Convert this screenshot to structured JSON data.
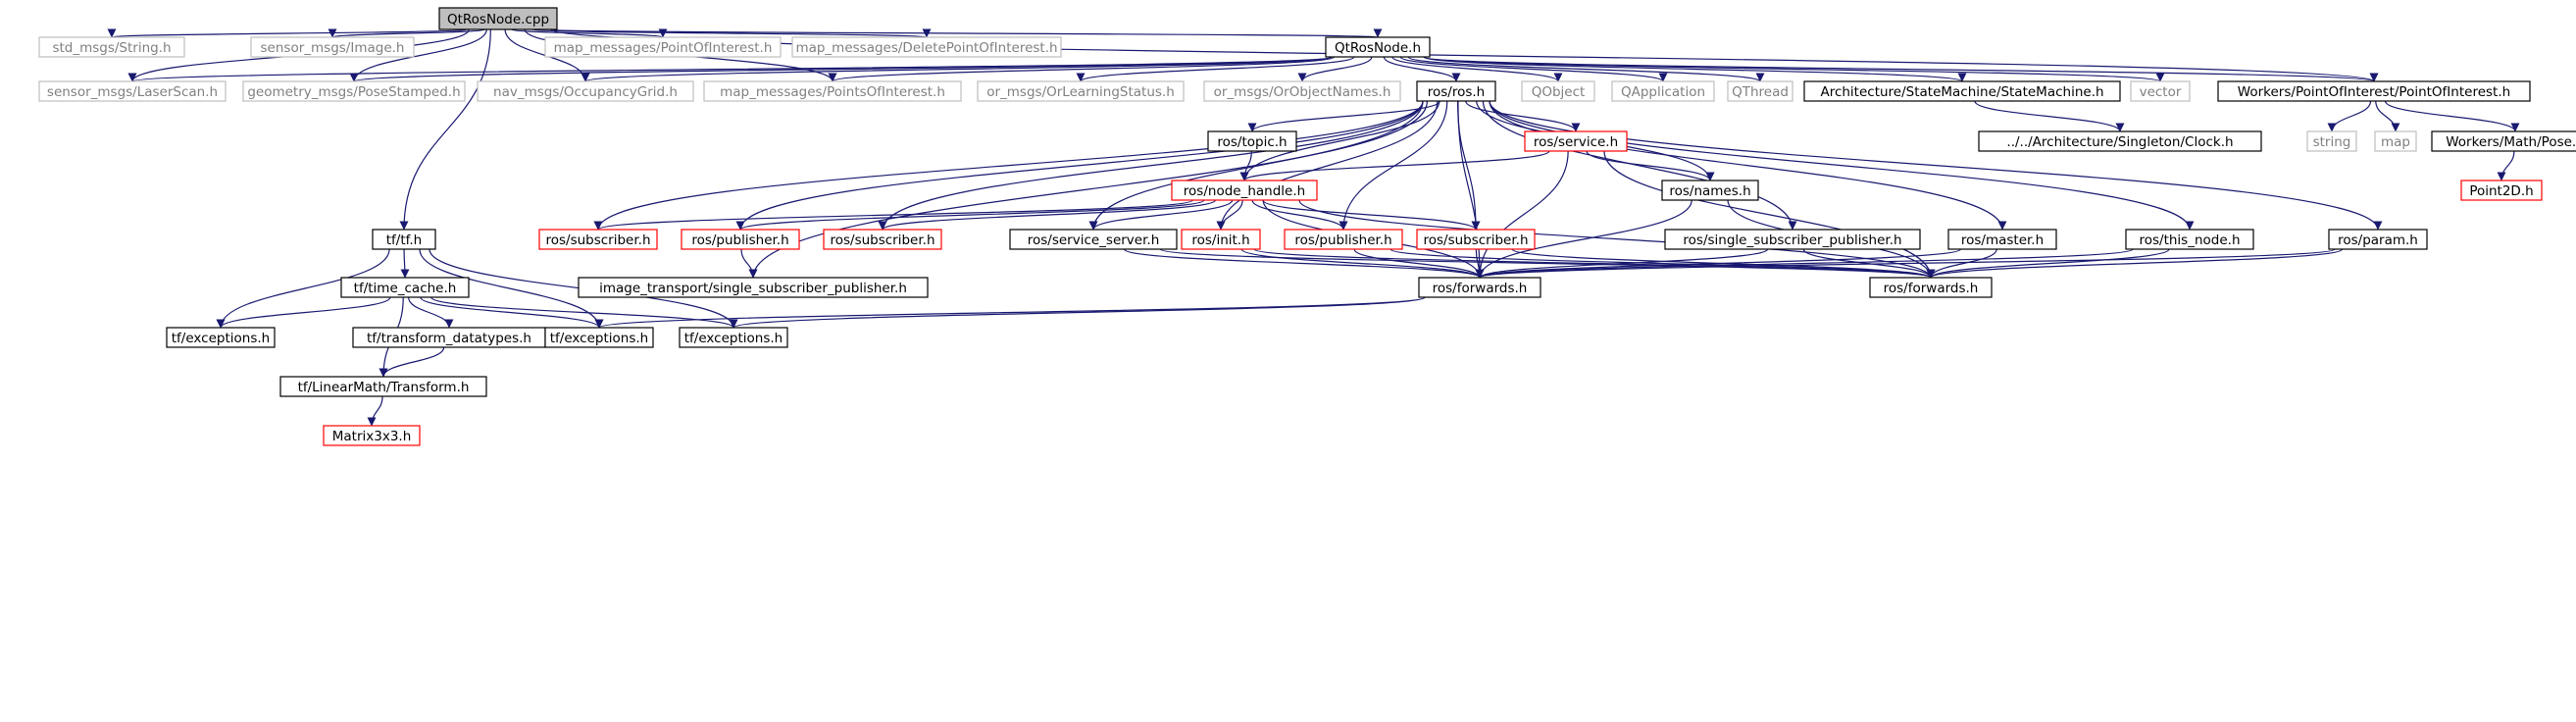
{
  "colors": {
    "edge": "#191970",
    "border_black": "#000000",
    "border_gray": "#bfbfbf",
    "border_red": "#ff0000",
    "root_fill": "#bfbfbf",
    "text_dark": "#000000",
    "text_gray": "#808080"
  },
  "nodes": [
    {
      "id": "qtrosnode_cpp",
      "label": "QtRosNode.cpp",
      "style": "root"
    },
    {
      "id": "std_string",
      "label": "std_msgs/String.h",
      "style": "gray"
    },
    {
      "id": "sensor_image",
      "label": "sensor_msgs/Image.h",
      "style": "gray"
    },
    {
      "id": "map_poi",
      "label": "map_messages/PointOfInterest.h",
      "style": "gray"
    },
    {
      "id": "map_delpoi",
      "label": "map_messages/DeletePointOfInterest.h",
      "style": "gray"
    },
    {
      "id": "qtrosnode_h",
      "label": "QtRosNode.h",
      "style": "black"
    },
    {
      "id": "sensor_laser",
      "label": "sensor_msgs/LaserScan.h",
      "style": "gray"
    },
    {
      "id": "geom_pose",
      "label": "geometry_msgs/PoseStamped.h",
      "style": "gray"
    },
    {
      "id": "nav_grid",
      "label": "nav_msgs/OccupancyGrid.h",
      "style": "gray"
    },
    {
      "id": "map_pois",
      "label": "map_messages/PointsOfInterest.h",
      "style": "gray"
    },
    {
      "id": "or_learning",
      "label": "or_msgs/OrLearningStatus.h",
      "style": "gray"
    },
    {
      "id": "or_objnames",
      "label": "or_msgs/OrObjectNames.h",
      "style": "gray"
    },
    {
      "id": "ros_ros",
      "label": "ros/ros.h",
      "style": "black"
    },
    {
      "id": "qobject",
      "label": "QObject",
      "style": "gray"
    },
    {
      "id": "qapplication",
      "label": "QApplication",
      "style": "gray"
    },
    {
      "id": "qthread",
      "label": "QThread",
      "style": "gray"
    },
    {
      "id": "statemachine",
      "label": "Architecture/StateMachine/StateMachine.h",
      "style": "black"
    },
    {
      "id": "vector",
      "label": "vector",
      "style": "gray"
    },
    {
      "id": "workers_poi",
      "label": "Workers/PointOfInterest/PointOfInterest.h",
      "style": "black"
    },
    {
      "id": "clock",
      "label": "../../Architecture/Singleton/Clock.h",
      "style": "black"
    },
    {
      "id": "string",
      "label": "string",
      "style": "gray"
    },
    {
      "id": "map",
      "label": "map",
      "style": "gray"
    },
    {
      "id": "workers_pose",
      "label": "Workers/Math/Pose.h",
      "style": "black"
    },
    {
      "id": "point2d",
      "label": "Point2D.h",
      "style": "red"
    },
    {
      "id": "ros_topic",
      "label": "ros/topic.h",
      "style": "black"
    },
    {
      "id": "ros_service",
      "label": "ros/service.h",
      "style": "red"
    },
    {
      "id": "ros_nodehandle",
      "label": "ros/node_handle.h",
      "style": "red"
    },
    {
      "id": "ros_names",
      "label": "ros/names.h",
      "style": "black"
    },
    {
      "id": "ros_subscriber_1",
      "label": "ros/subscriber.h",
      "style": "red"
    },
    {
      "id": "ros_publisher_1",
      "label": "ros/publisher.h",
      "style": "red"
    },
    {
      "id": "ros_subscriber_2",
      "label": "ros/subscriber.h",
      "style": "red"
    },
    {
      "id": "ros_service_server",
      "label": "ros/service_server.h",
      "style": "black"
    },
    {
      "id": "ros_init",
      "label": "ros/init.h",
      "style": "red"
    },
    {
      "id": "ros_publisher_2",
      "label": "ros/publisher.h",
      "style": "red"
    },
    {
      "id": "ros_subscriber_3",
      "label": "ros/subscriber.h",
      "style": "red"
    },
    {
      "id": "ros_single_sub_pub",
      "label": "ros/single_subscriber_publisher.h",
      "style": "black"
    },
    {
      "id": "ros_master",
      "label": "ros/master.h",
      "style": "black"
    },
    {
      "id": "ros_this_node",
      "label": "ros/this_node.h",
      "style": "black"
    },
    {
      "id": "ros_param",
      "label": "ros/param.h",
      "style": "black"
    },
    {
      "id": "tf_tf",
      "label": "tf/tf.h",
      "style": "black"
    },
    {
      "id": "image_transport",
      "label": "image_transport/single_subscriber_publisher.h",
      "style": "black"
    },
    {
      "id": "ros_forwards_1",
      "label": "ros/forwards.h",
      "style": "black"
    },
    {
      "id": "ros_forwards_2",
      "label": "ros/forwards.h",
      "style": "black"
    },
    {
      "id": "tf_time_cache",
      "label": "tf/time_cache.h",
      "style": "black"
    },
    {
      "id": "tf_exceptions_1",
      "label": "tf/exceptions.h",
      "style": "black"
    },
    {
      "id": "tf_transform_dt",
      "label": "tf/transform_datatypes.h",
      "style": "black"
    },
    {
      "id": "tf_exceptions_2",
      "label": "tf/exceptions.h",
      "style": "black"
    },
    {
      "id": "tf_exceptions_3",
      "label": "tf/exceptions.h",
      "style": "black"
    },
    {
      "id": "tf_transform",
      "label": "tf/LinearMath/Transform.h",
      "style": "black"
    },
    {
      "id": "matrix3x3",
      "label": "Matrix3x3.h",
      "style": "red"
    }
  ],
  "edges": [
    [
      "qtrosnode_cpp",
      "std_string"
    ],
    [
      "qtrosnode_cpp",
      "sensor_image"
    ],
    [
      "qtrosnode_cpp",
      "map_poi"
    ],
    [
      "qtrosnode_cpp",
      "map_delpoi"
    ],
    [
      "qtrosnode_cpp",
      "qtrosnode_h"
    ],
    [
      "qtrosnode_cpp",
      "sensor_laser"
    ],
    [
      "qtrosnode_cpp",
      "geom_pose"
    ],
    [
      "qtrosnode_cpp",
      "nav_grid"
    ],
    [
      "qtrosnode_cpp",
      "map_pois"
    ],
    [
      "qtrosnode_cpp",
      "tf_tf"
    ],
    [
      "qtrosnode_cpp",
      "workers_poi"
    ],
    [
      "qtrosnode_h",
      "sensor_laser"
    ],
    [
      "qtrosnode_h",
      "geom_pose"
    ],
    [
      "qtrosnode_h",
      "nav_grid"
    ],
    [
      "qtrosnode_h",
      "map_pois"
    ],
    [
      "qtrosnode_h",
      "or_learning"
    ],
    [
      "qtrosnode_h",
      "or_objnames"
    ],
    [
      "qtrosnode_h",
      "ros_ros"
    ],
    [
      "qtrosnode_h",
      "qobject"
    ],
    [
      "qtrosnode_h",
      "qapplication"
    ],
    [
      "qtrosnode_h",
      "qthread"
    ],
    [
      "qtrosnode_h",
      "statemachine"
    ],
    [
      "qtrosnode_h",
      "vector"
    ],
    [
      "qtrosnode_h",
      "workers_poi"
    ],
    [
      "statemachine",
      "clock"
    ],
    [
      "workers_poi",
      "string"
    ],
    [
      "workers_poi",
      "map"
    ],
    [
      "workers_poi",
      "workers_pose"
    ],
    [
      "workers_pose",
      "point2d"
    ],
    [
      "ros_ros",
      "ros_topic"
    ],
    [
      "ros_ros",
      "ros_service"
    ],
    [
      "ros_ros",
      "ros_nodehandle"
    ],
    [
      "ros_ros",
      "ros_names"
    ],
    [
      "ros_ros",
      "ros_subscriber_1"
    ],
    [
      "ros_ros",
      "ros_publisher_1"
    ],
    [
      "ros_ros",
      "ros_subscriber_2"
    ],
    [
      "ros_ros",
      "ros_service_server"
    ],
    [
      "ros_ros",
      "ros_init"
    ],
    [
      "ros_ros",
      "ros_publisher_2"
    ],
    [
      "ros_ros",
      "ros_subscriber_3"
    ],
    [
      "ros_ros",
      "ros_single_sub_pub"
    ],
    [
      "ros_ros",
      "ros_master"
    ],
    [
      "ros_ros",
      "ros_this_node"
    ],
    [
      "ros_ros",
      "ros_param"
    ],
    [
      "ros_ros",
      "image_transport"
    ],
    [
      "ros_ros",
      "ros_forwards_1"
    ],
    [
      "ros_topic",
      "ros_nodehandle"
    ],
    [
      "ros_service",
      "ros_nodehandle"
    ],
    [
      "ros_service",
      "ros_names"
    ],
    [
      "ros_service",
      "ros_forwards_1"
    ],
    [
      "ros_service",
      "ros_forwards_2"
    ],
    [
      "ros_nodehandle",
      "ros_subscriber_1"
    ],
    [
      "ros_nodehandle",
      "ros_publisher_1"
    ],
    [
      "ros_nodehandle",
      "ros_subscriber_2"
    ],
    [
      "ros_nodehandle",
      "ros_service_server"
    ],
    [
      "ros_nodehandle",
      "ros_init"
    ],
    [
      "ros_nodehandle",
      "ros_publisher_2"
    ],
    [
      "ros_nodehandle",
      "ros_subscriber_3"
    ],
    [
      "ros_nodehandle",
      "ros_forwards_1"
    ],
    [
      "ros_nodehandle",
      "ros_forwards_2"
    ],
    [
      "ros_names",
      "ros_forwards_1"
    ],
    [
      "ros_names",
      "ros_forwards_2"
    ],
    [
      "ros_publisher_1",
      "image_transport"
    ],
    [
      "ros_service_server",
      "ros_forwards_1"
    ],
    [
      "ros_service_server",
      "ros_forwards_2"
    ],
    [
      "ros_init",
      "ros_forwards_1"
    ],
    [
      "ros_init",
      "ros_forwards_2"
    ],
    [
      "ros_publisher_2",
      "ros_forwards_1"
    ],
    [
      "ros_publisher_2",
      "ros_forwards_2"
    ],
    [
      "ros_subscriber_3",
      "ros_forwards_1"
    ],
    [
      "ros_subscriber_3",
      "ros_forwards_2"
    ],
    [
      "ros_single_sub_pub",
      "ros_forwards_1"
    ],
    [
      "ros_single_sub_pub",
      "ros_forwards_2"
    ],
    [
      "ros_master",
      "ros_forwards_1"
    ],
    [
      "ros_master",
      "ros_forwards_2"
    ],
    [
      "ros_this_node",
      "ros_forwards_1"
    ],
    [
      "ros_this_node",
      "ros_forwards_2"
    ],
    [
      "ros_param",
      "ros_forwards_1"
    ],
    [
      "ros_param",
      "ros_forwards_2"
    ],
    [
      "ros_forwards_1",
      "tf_exceptions_2"
    ],
    [
      "ros_forwards_1",
      "tf_exceptions_3"
    ],
    [
      "tf_tf",
      "tf_time_cache"
    ],
    [
      "tf_tf",
      "tf_exceptions_1"
    ],
    [
      "tf_tf",
      "tf_exceptions_2"
    ],
    [
      "tf_tf",
      "tf_exceptions_3"
    ],
    [
      "tf_time_cache",
      "tf_exceptions_1"
    ],
    [
      "tf_time_cache",
      "tf_transform_dt"
    ],
    [
      "tf_time_cache",
      "tf_exceptions_2"
    ],
    [
      "tf_time_cache",
      "tf_exceptions_3"
    ],
    [
      "tf_time_cache",
      "tf_transform"
    ],
    [
      "tf_transform_dt",
      "tf_transform"
    ],
    [
      "tf_transform",
      "matrix3x3"
    ]
  ]
}
